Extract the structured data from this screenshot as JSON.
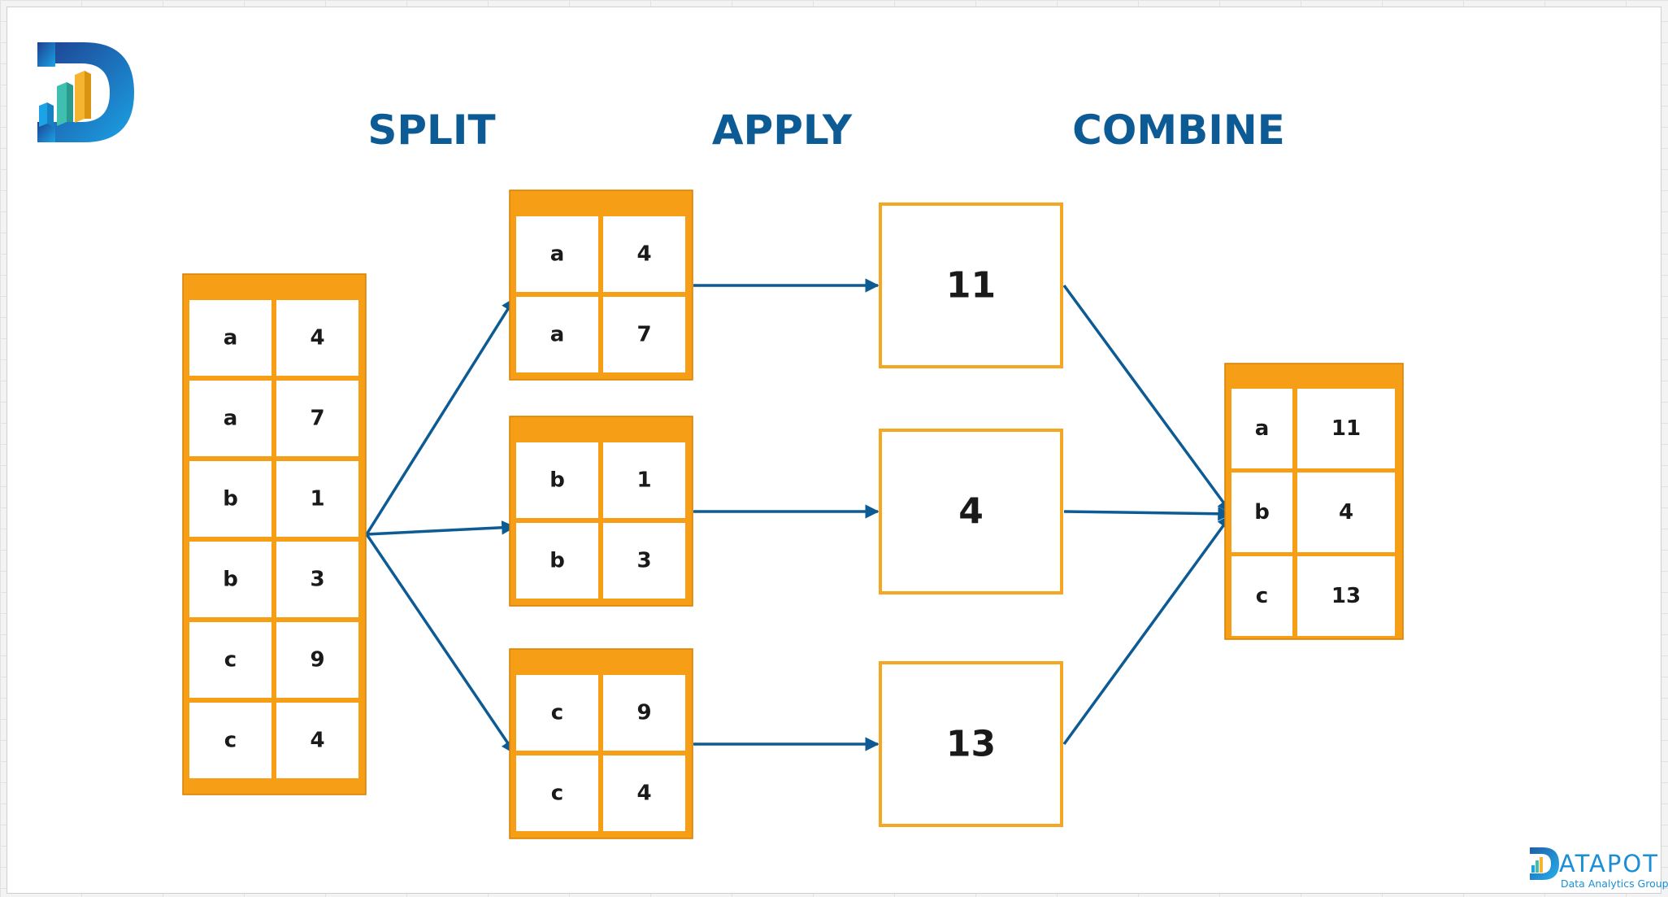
{
  "headings": {
    "split": "SPLIT",
    "apply": "APPLY",
    "combine": "COMBINE"
  },
  "source_table": [
    [
      "a",
      "4"
    ],
    [
      "a",
      "7"
    ],
    [
      "b",
      "1"
    ],
    [
      "b",
      "3"
    ],
    [
      "c",
      "9"
    ],
    [
      "c",
      "4"
    ]
  ],
  "split_tables": [
    [
      [
        "a",
        "4"
      ],
      [
        "a",
        "7"
      ]
    ],
    [
      [
        "b",
        "1"
      ],
      [
        "b",
        "3"
      ]
    ],
    [
      [
        "c",
        "9"
      ],
      [
        "c",
        "4"
      ]
    ]
  ],
  "apply_results": [
    "11",
    "4",
    "13"
  ],
  "combined_table": [
    [
      "a",
      "11"
    ],
    [
      "b",
      "4"
    ],
    [
      "c",
      "13"
    ]
  ],
  "branding": {
    "logo_top_left_icon": "datapot-d-logo-icon",
    "logo_bottom_right_icon": "datapot-d-small-icon",
    "name": "ATAPOT",
    "tagline": "Data Analytics Group"
  },
  "colors": {
    "heading": "#0d5b94",
    "table_frame": "#f59e16",
    "result_border": "#f5a623",
    "arrow": "#0d5b94",
    "brand": "#1a8fd6"
  }
}
